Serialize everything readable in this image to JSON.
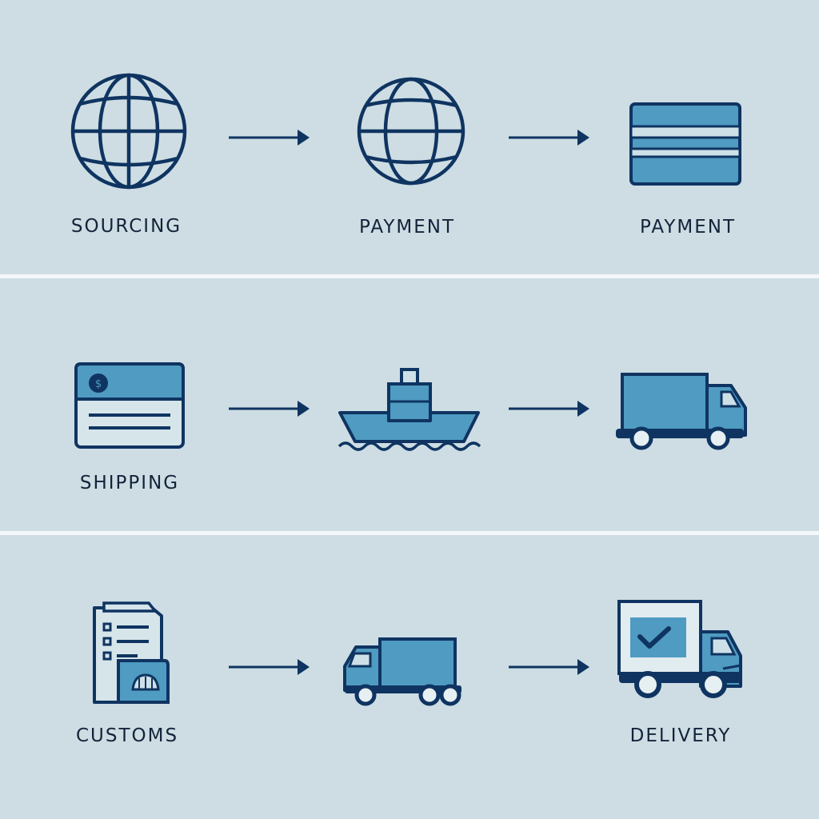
{
  "rows": [
    {
      "steps": [
        {
          "label": "SOURCING",
          "icon": "globe-icon"
        },
        {
          "label": "PAYMENT",
          "icon": "globe-icon"
        },
        {
          "label": "PAYMENT",
          "icon": "credit-card-icon"
        }
      ]
    },
    {
      "steps": [
        {
          "label": "SHIPPING",
          "icon": "invoice-card-icon"
        },
        {
          "label": "",
          "icon": "cargo-ship-icon"
        },
        {
          "label": "",
          "icon": "box-truck-icon"
        }
      ]
    },
    {
      "steps": [
        {
          "label": "CUSTOMS",
          "icon": "customs-document-icon"
        },
        {
          "label": "",
          "icon": "delivery-truck-icon"
        },
        {
          "label": "DELIVERY",
          "icon": "delivery-check-truck-icon"
        }
      ]
    }
  ],
  "colors": {
    "background": "#cddde3",
    "divider": "#f4f8f9",
    "ink": "#0f3461",
    "accent": "#4f9bc2",
    "text": "#14233a"
  }
}
